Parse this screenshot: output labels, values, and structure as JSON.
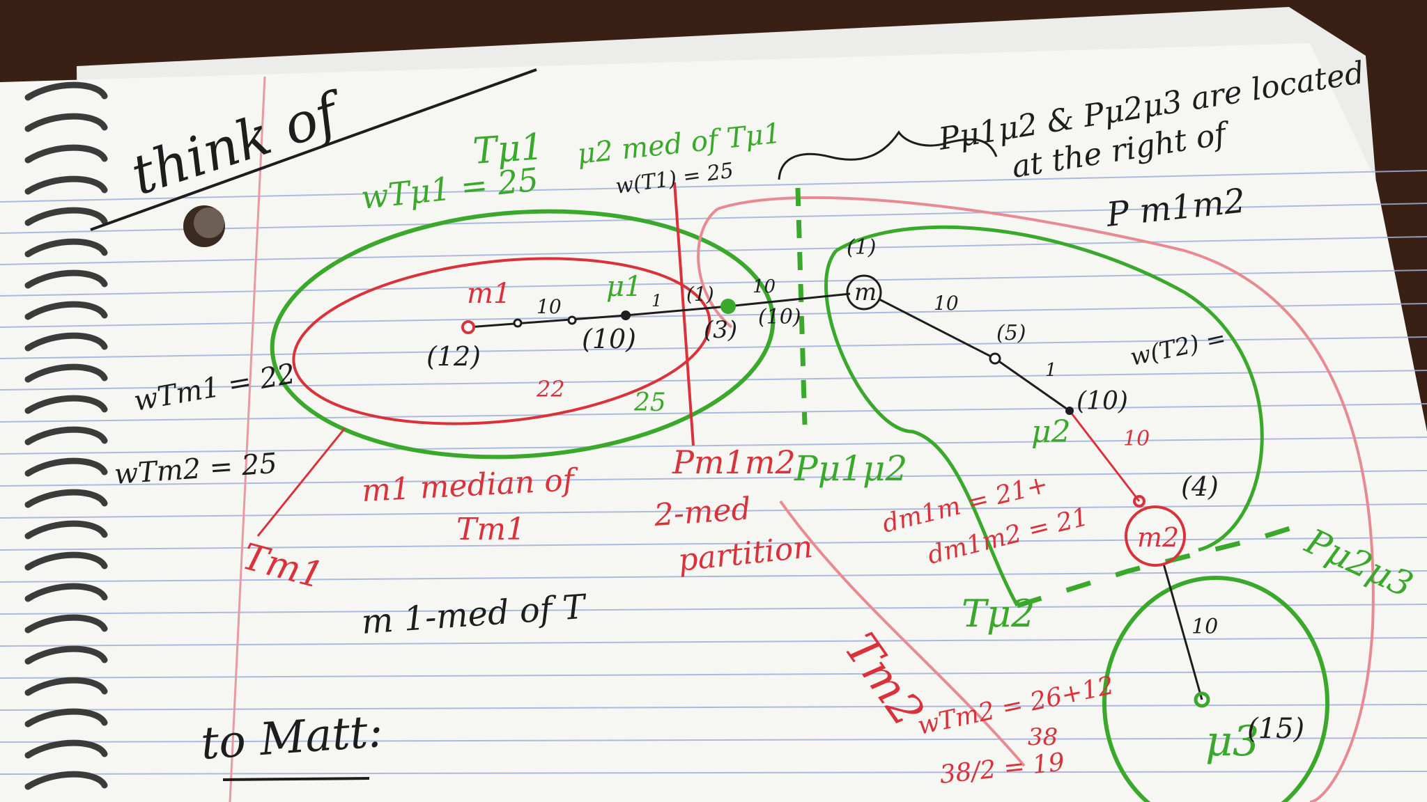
{
  "colors": {
    "ink_black": "#1d1d1d",
    "ink_red": "#d9323a",
    "ink_green": "#3aa82b",
    "paper": "#f6f6f3",
    "rule_blue": "#9fb0d8",
    "margin_red": "#e79aa2",
    "desk": "#3a1f14"
  },
  "notes": {
    "title": "think of",
    "top_right_line1": "Pμ1μ2 & Pμ2μ3 are located",
    "top_right_line2": "at the right of",
    "top_right_line3": "P m1m2",
    "wT_mu1": "wTμ1 = 25",
    "T_mu1": "Tμ1",
    "mu2_med": "μ2 med of Tμ1",
    "wT1": "w(T1) = 25",
    "wTm1": "wTm1 = 22",
    "wTm2_left": "wTm2 = 25",
    "m1_median_l1": "m1 median of",
    "m1_median_l2": "Tm1",
    "Tm1_label": "Tm1",
    "m_1med": "m 1-med of T",
    "to_matt": "to Matt:",
    "pm1m2": "Pm1m2",
    "two_med_l1": "2-med",
    "two_med_l2": "partition",
    "pmu1mu2": "Pμ1μ2",
    "dm1m": "dm1m = 21+",
    "dm1m2": "dm1m2 = 21",
    "wT2": "w(T2) =",
    "Pmu2mu3": "Pμ2μ3",
    "Tmu2": "Tμ2",
    "Tm2": "Tm2",
    "wTm2_calc": "wTm2 = 26+12",
    "calc_38": "38",
    "calc_half": "38/2 = 19",
    "node_m": "m",
    "node_m1": "m1",
    "node_m2": "m2",
    "node_mu1": "μ1",
    "node_mu2": "μ2",
    "node_mu3": "μ3",
    "w_m1": "(12)",
    "w_mu1": "(10)",
    "w_3": "(3)",
    "w_10a": "(10)",
    "w_1a": "(1)",
    "w_1b": "(1)",
    "w_5": "(5)",
    "w_10b": "(10)",
    "w_4": "(4)",
    "w_15": "(15)",
    "e_10a": "10",
    "e_1a": "1",
    "e_10b": "10",
    "e_10c": "10",
    "e_1b": "1",
    "e_10d": "10",
    "e_10e": "10",
    "n22": "22",
    "n25": "25"
  }
}
